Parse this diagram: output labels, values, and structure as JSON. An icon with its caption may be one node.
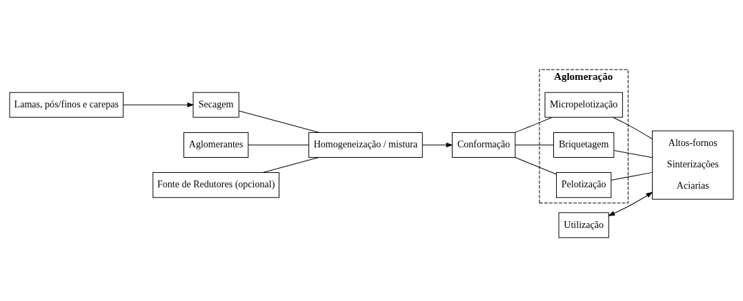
{
  "diagram": {
    "nodes": [
      {
        "text": [
          "Lamas, pós/finos e carepas"
        ]
      },
      {
        "text": [
          "Aglomerantes"
        ]
      },
      {
        "text": [
          "Fonte de Redutores (opcional)"
        ]
      },
      {
        "text": [
          "Secagem"
        ]
      },
      {
        "text": [
          "Utilização"
        ]
      },
      {
        "text": [
          "Homogeneização / mistura"
        ]
      },
      {
        "text": [
          "Aglomeração"
        ]
      },
      {
        "text": [
          "Micropelotização"
        ],
        "in": 6
      },
      {
        "text": [
          "Briquetagem"
        ],
        "in": 6
      },
      {
        "text": [
          "Pelotização"
        ],
        "in": 6
      },
      {
        "text": [
          "Conformação"
        ]
      },
      {
        "text": [
          "Altos-fornos",
          "Sinterizações",
          "Aciarias"
        ]
      }
    ],
    "edges": [
      {
        "from": 0,
        "to": 3,
        "arrow": "to"
      },
      {
        "from": 3,
        "to": 5,
        "arrow": "none"
      },
      {
        "from": 1,
        "to": 5,
        "arrow": "none"
      },
      {
        "from": 2,
        "to": 5,
        "arrow": "none"
      },
      {
        "from": 5,
        "to": 10,
        "arrow": "to"
      },
      {
        "from": 10,
        "to": 7,
        "arrow": "none"
      },
      {
        "from": 10,
        "to": 8,
        "arrow": "none"
      },
      {
        "from": 10,
        "to": 9,
        "arrow": "none"
      },
      {
        "from": 7,
        "to": 11,
        "arrow": "none"
      },
      {
        "from": 8,
        "to": 11,
        "arrow": "none"
      },
      {
        "from": 9,
        "to": 11,
        "arrow": "none"
      },
      {
        "from": 4,
        "to": 11,
        "arrow": "both"
      }
    ]
  }
}
